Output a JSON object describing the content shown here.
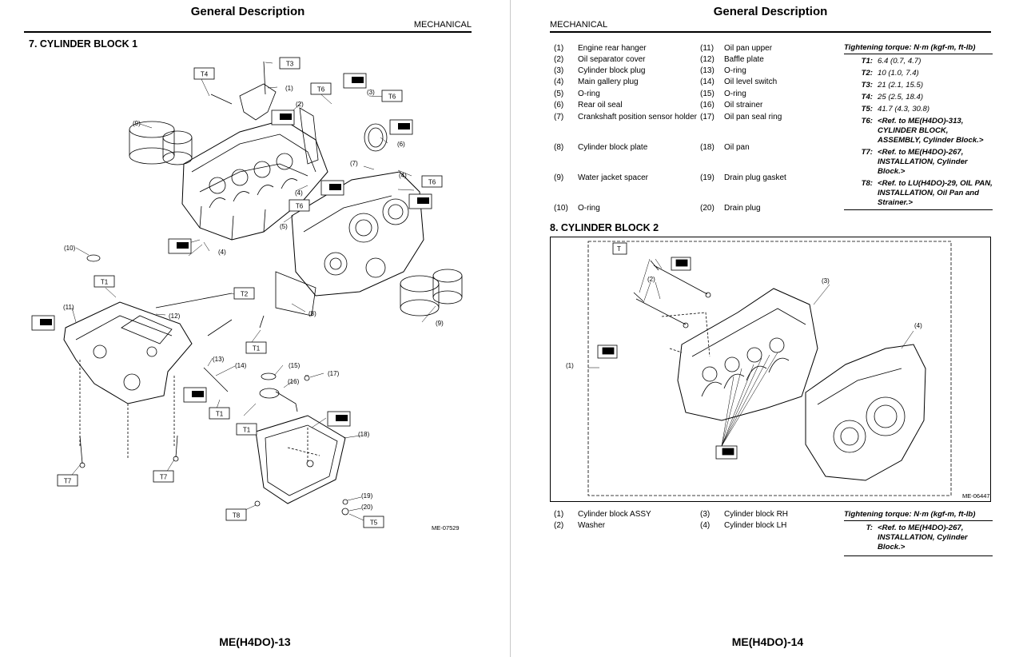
{
  "left": {
    "title": "General Description",
    "section": "MECHANICAL",
    "heading": "7.  CYLINDER BLOCK 1",
    "figure_id": "ME-07529",
    "footer": "ME(H4DO)-13",
    "callouts": [
      "(1)",
      "(2)",
      "(3)",
      "(4)",
      "(4)",
      "(4)",
      "(5)",
      "(6)",
      "(7)",
      "(8)",
      "(9)",
      "(9)",
      "(10)",
      "(11)",
      "(12)",
      "(13)",
      "(14)",
      "(15)",
      "(16)",
      "(17)",
      "(18)",
      "(19)",
      "(20)"
    ],
    "torque_boxes": [
      "T1",
      "T1",
      "T1",
      "T1",
      "T2",
      "T3",
      "T4",
      "T5",
      "T6",
      "T6",
      "T6",
      "T6",
      "T7",
      "T7",
      "T8"
    ]
  },
  "right": {
    "title": "General Description",
    "section": "MECHANICAL",
    "legend": [
      {
        "n": "(1)",
        "t": "Engine rear hanger"
      },
      {
        "n": "(2)",
        "t": "Oil separator cover"
      },
      {
        "n": "(3)",
        "t": "Cylinder block plug"
      },
      {
        "n": "(4)",
        "t": "Main gallery plug"
      },
      {
        "n": "(5)",
        "t": "O-ring"
      },
      {
        "n": "(6)",
        "t": "Rear oil seal"
      },
      {
        "n": "(7)",
        "t": "Crankshaft position sensor holder"
      },
      {
        "n": "(8)",
        "t": "Cylinder block plate"
      },
      {
        "n": "(9)",
        "t": "Water jacket spacer"
      },
      {
        "n": "(10)",
        "t": "O-ring"
      },
      {
        "n": "(11)",
        "t": "Oil pan upper"
      },
      {
        "n": "(12)",
        "t": "Baffle plate"
      },
      {
        "n": "(13)",
        "t": "O-ring"
      },
      {
        "n": "(14)",
        "t": "Oil level switch"
      },
      {
        "n": "(15)",
        "t": "O-ring"
      },
      {
        "n": "(16)",
        "t": "Oil strainer"
      },
      {
        "n": "(17)",
        "t": "Oil pan seal ring"
      },
      {
        "n": "(18)",
        "t": "Oil pan"
      },
      {
        "n": "(19)",
        "t": "Drain plug gasket"
      },
      {
        "n": "(20)",
        "t": "Drain plug"
      }
    ],
    "torque": {
      "header": "Tightening torque: N·m (kgf-m, ft-lb)",
      "rows": [
        {
          "k": "T1:",
          "v": "6.4 (0.7, 4.7)"
        },
        {
          "k": "T2:",
          "v": "10 (1.0, 7.4)"
        },
        {
          "k": "T3:",
          "v": "21 (2.1, 15.5)"
        },
        {
          "k": "T4:",
          "v": "25 (2.5, 18.4)"
        },
        {
          "k": "T5:",
          "v": "41.7 (4.3, 30.8)"
        },
        {
          "k": "T6:",
          "v": "<Ref. to ME(H4DO)-313, CYLINDER BLOCK, ASSEMBLY, Cylinder Block.>"
        },
        {
          "k": "T7:",
          "v": "<Ref. to ME(H4DO)-267, INSTALLATION, Cylinder Block.>"
        },
        {
          "k": "T8:",
          "v": "<Ref. to LU(H4DO)-29, OIL PAN, INSTALLATION, Oil Pan and Strainer.>"
        }
      ]
    },
    "heading2": "8.  CYLINDER BLOCK 2",
    "figure2": {
      "id": "ME-06447",
      "labels": [
        "T",
        "(1)",
        "(2)",
        "(3)",
        "(4)"
      ]
    },
    "legend2": [
      {
        "n": "(1)",
        "t": "Cylinder block ASSY"
      },
      {
        "n": "(2)",
        "t": "Washer"
      },
      {
        "n": "(3)",
        "t": "Cylinder block RH"
      },
      {
        "n": "(4)",
        "t": "Cylinder block LH"
      }
    ],
    "torque2": {
      "header": "Tightening torque: N·m (kgf-m, ft-lb)",
      "rows": [
        {
          "k": "T:",
          "v": "<Ref. to ME(H4DO)-267, INSTALLATION, Cylinder Block.>"
        }
      ]
    },
    "footer": "ME(H4DO)-14"
  }
}
